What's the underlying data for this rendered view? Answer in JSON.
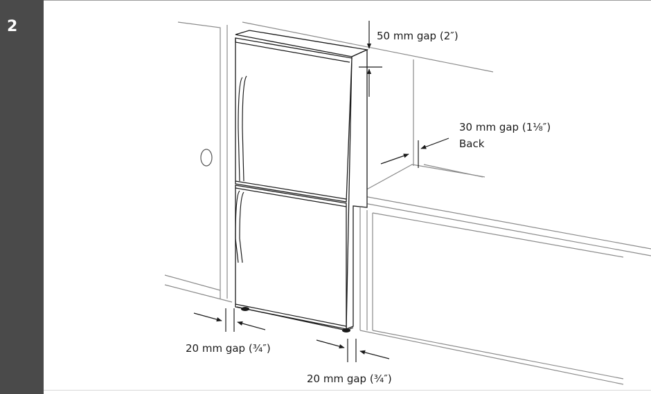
{
  "step": {
    "number": "2"
  },
  "labels": {
    "top_gap": "50 mm gap (2″)",
    "back_gap": "30 mm gap (1¹⁄₈″)",
    "back": "Back",
    "left_gap": "20 mm gap (³⁄₄″)",
    "right_gap": "20 mm gap (³⁄₄″)"
  }
}
